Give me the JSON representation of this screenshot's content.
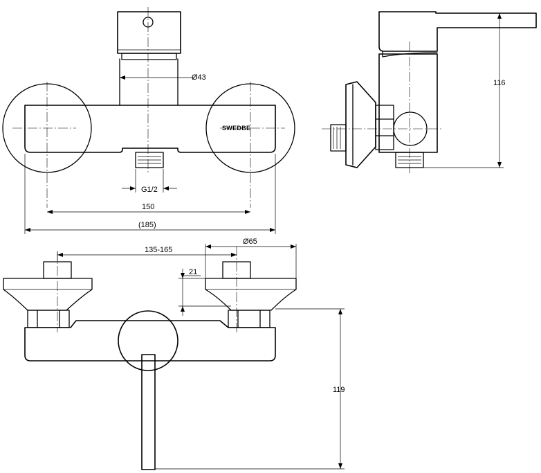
{
  "brand": "SWEDBE",
  "dimensions": {
    "spout_diameter": "Ø43",
    "thread": "G1/2",
    "center_distance": "150",
    "overall_width": "(185)",
    "height_side": "116",
    "spacing_range": "135-165",
    "rosette_diameter": "Ø65",
    "offset": "21",
    "height_bottom": "119"
  }
}
